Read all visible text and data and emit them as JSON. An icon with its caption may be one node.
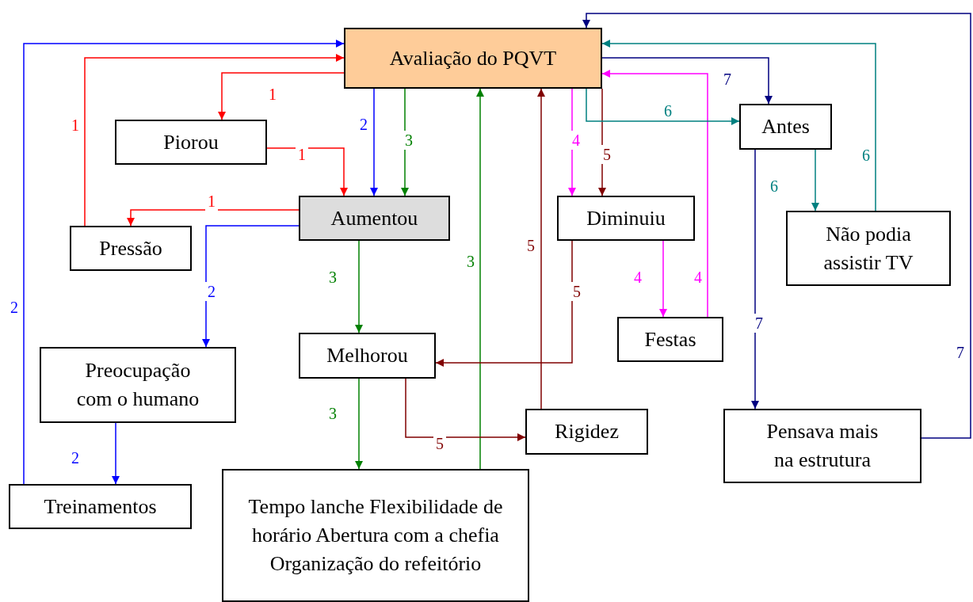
{
  "diagram": {
    "nodes": [
      {
        "text": [
          "Avaliação do PQVT"
        ]
      },
      {
        "text": [
          "Piorou"
        ]
      },
      {
        "text": [
          "Aumentou"
        ]
      },
      {
        "text": [
          "Pressão"
        ]
      },
      {
        "text": [
          "Diminuiu"
        ]
      },
      {
        "text": [
          "Antes"
        ]
      },
      {
        "text": [
          "Não podia assistir TV"
        ]
      },
      {
        "text": [
          "Festas"
        ]
      },
      {
        "text": [
          "Melhorou"
        ]
      },
      {
        "text": [
          "Preocupação com o humano"
        ]
      },
      {
        "text": [
          "Rigidez"
        ]
      },
      {
        "text": [
          "Pensava mais na estrutura"
        ]
      },
      {
        "text": [
          "Treinamentos"
        ]
      },
      {
        "text": [
          "Tempo lanche Flexibilidade de horário Abertura com a chefia Organização do refeitório"
        ]
      }
    ],
    "edges": [
      {
        "from": 0,
        "to": 1,
        "arrow": "to",
        "label": "1",
        "color": "#ff0000"
      },
      {
        "from": 1,
        "to": 2,
        "arrow": "to",
        "label": "1",
        "color": "#ff0000"
      },
      {
        "from": 2,
        "to": 3,
        "arrow": "to",
        "label": "1",
        "color": "#ff0000"
      },
      {
        "from": 3,
        "to": 0,
        "arrow": "to",
        "label": "1",
        "color": "#ff0000"
      },
      {
        "from": 0,
        "to": 2,
        "arrow": "to",
        "label": "2",
        "color": "#0000ff"
      },
      {
        "from": 2,
        "to": 9,
        "arrow": "to",
        "label": "2",
        "color": "#0000ff"
      },
      {
        "from": 9,
        "to": 12,
        "arrow": "to",
        "label": "2",
        "color": "#0000ff"
      },
      {
        "from": 12,
        "to": 0,
        "arrow": "to",
        "label": "2",
        "color": "#0000ff"
      },
      {
        "from": 0,
        "to": 2,
        "arrow": "to",
        "label": "3",
        "color": "#008000"
      },
      {
        "from": 2,
        "to": 8,
        "arrow": "to",
        "label": "3",
        "color": "#008000"
      },
      {
        "from": 8,
        "to": 13,
        "arrow": "to",
        "label": "3",
        "color": "#008000"
      },
      {
        "from": 13,
        "to": 0,
        "arrow": "to",
        "label": "3",
        "color": "#008000"
      },
      {
        "from": 0,
        "to": 4,
        "arrow": "to",
        "label": "4",
        "color": "#ff00ff"
      },
      {
        "from": 4,
        "to": 7,
        "arrow": "to",
        "label": "4",
        "color": "#ff00ff"
      },
      {
        "from": 7,
        "to": 0,
        "arrow": "to",
        "label": "4",
        "color": "#ff00ff"
      },
      {
        "from": 0,
        "to": 4,
        "arrow": "to",
        "label": "5",
        "color": "#800000"
      },
      {
        "from": 4,
        "to": 8,
        "arrow": "to",
        "label": "5",
        "color": "#800000"
      },
      {
        "from": 8,
        "to": 10,
        "arrow": "to",
        "label": "5",
        "color": "#800000"
      },
      {
        "from": 10,
        "to": 0,
        "arrow": "to",
        "label": "5",
        "color": "#800000"
      },
      {
        "from": 0,
        "to": 5,
        "arrow": "to",
        "label": "6",
        "color": "#008080"
      },
      {
        "from": 5,
        "to": 6,
        "arrow": "to",
        "label": "6",
        "color": "#008080"
      },
      {
        "from": 6,
        "to": 0,
        "arrow": "to",
        "label": "6",
        "color": "#008080"
      },
      {
        "from": 0,
        "to": 5,
        "arrow": "to",
        "label": "7",
        "color": "#000080"
      },
      {
        "from": 5,
        "to": 11,
        "arrow": "to",
        "label": "7",
        "color": "#000080"
      },
      {
        "from": 11,
        "to": 0,
        "arrow": "to",
        "label": "7",
        "color": "#000080"
      }
    ]
  }
}
